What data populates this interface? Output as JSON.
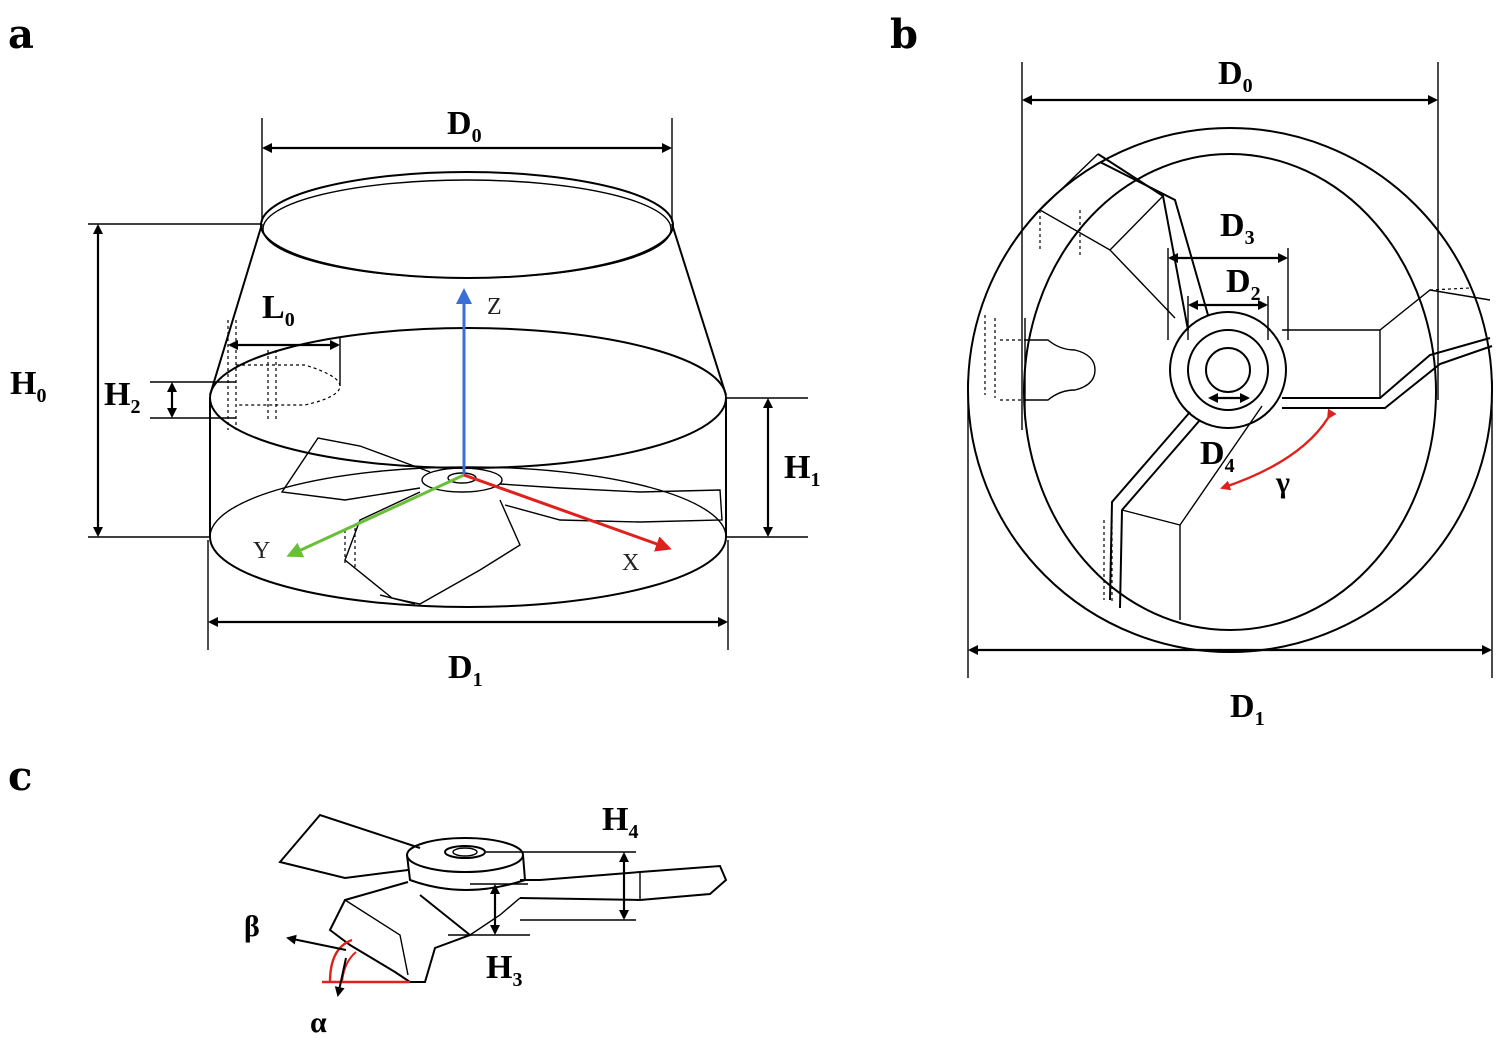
{
  "panels": {
    "a": {
      "letter": "a",
      "labels": {
        "D0": "D",
        "D0_sub": "0",
        "H0": "H",
        "H0_sub": "0",
        "L0": "L",
        "L0_sub": "0",
        "H2": "H",
        "H2_sub": "2",
        "H1": "H",
        "H1_sub": "1",
        "D1": "D",
        "D1_sub": "1",
        "axis_z": "Z",
        "axis_y": "Y",
        "axis_x": "X"
      }
    },
    "b": {
      "letter": "b",
      "labels": {
        "D0": "D",
        "D0_sub": "0",
        "D3": "D",
        "D3_sub": "3",
        "D2": "D",
        "D2_sub": "2",
        "D4": "D",
        "D4_sub": "4",
        "gamma": "γ",
        "D1": "D",
        "D1_sub": "1"
      }
    },
    "c": {
      "letter": "c",
      "labels": {
        "H4": "H",
        "H4_sub": "4",
        "H3": "H",
        "H3_sub": "3",
        "beta": "β",
        "alpha": "α"
      }
    }
  },
  "colors": {
    "axis_z": "#3a6fd8",
    "axis_y": "#6abf3a",
    "axis_x": "#e0201c",
    "angle_marker": "#e0201c",
    "line": "#000000"
  }
}
